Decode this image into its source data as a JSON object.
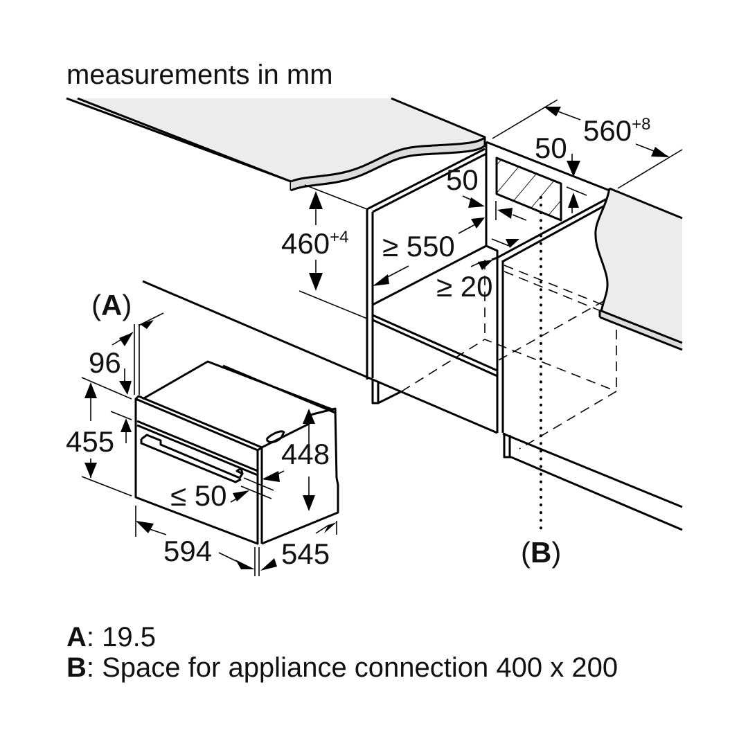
{
  "title": "measurements in mm",
  "dimensions": {
    "cabinet_depth": {
      "value": "560",
      "tolerance": "+8"
    },
    "niche_height": {
      "value": "460",
      "tolerance": "+4"
    },
    "rear_gap_top": "50",
    "rear_gap_side": "50",
    "min_depth": "≥ 550",
    "min_front_gap": "≥ 20",
    "appliance_offset": "96",
    "appliance_height": "455",
    "appliance_body_height": "448",
    "handle_depth": "≤ 50",
    "appliance_width": "594",
    "appliance_depth": "545"
  },
  "markers": {
    "a": {
      "open": "(",
      "letter": "A",
      "close": ")"
    },
    "b": {
      "open": "(",
      "letter": "B",
      "close": ")"
    }
  },
  "legend": [
    {
      "key": "A",
      "text": ": 19.5"
    },
    {
      "key": "B",
      "text": ": Space for appliance connection 400 x 200"
    }
  ]
}
